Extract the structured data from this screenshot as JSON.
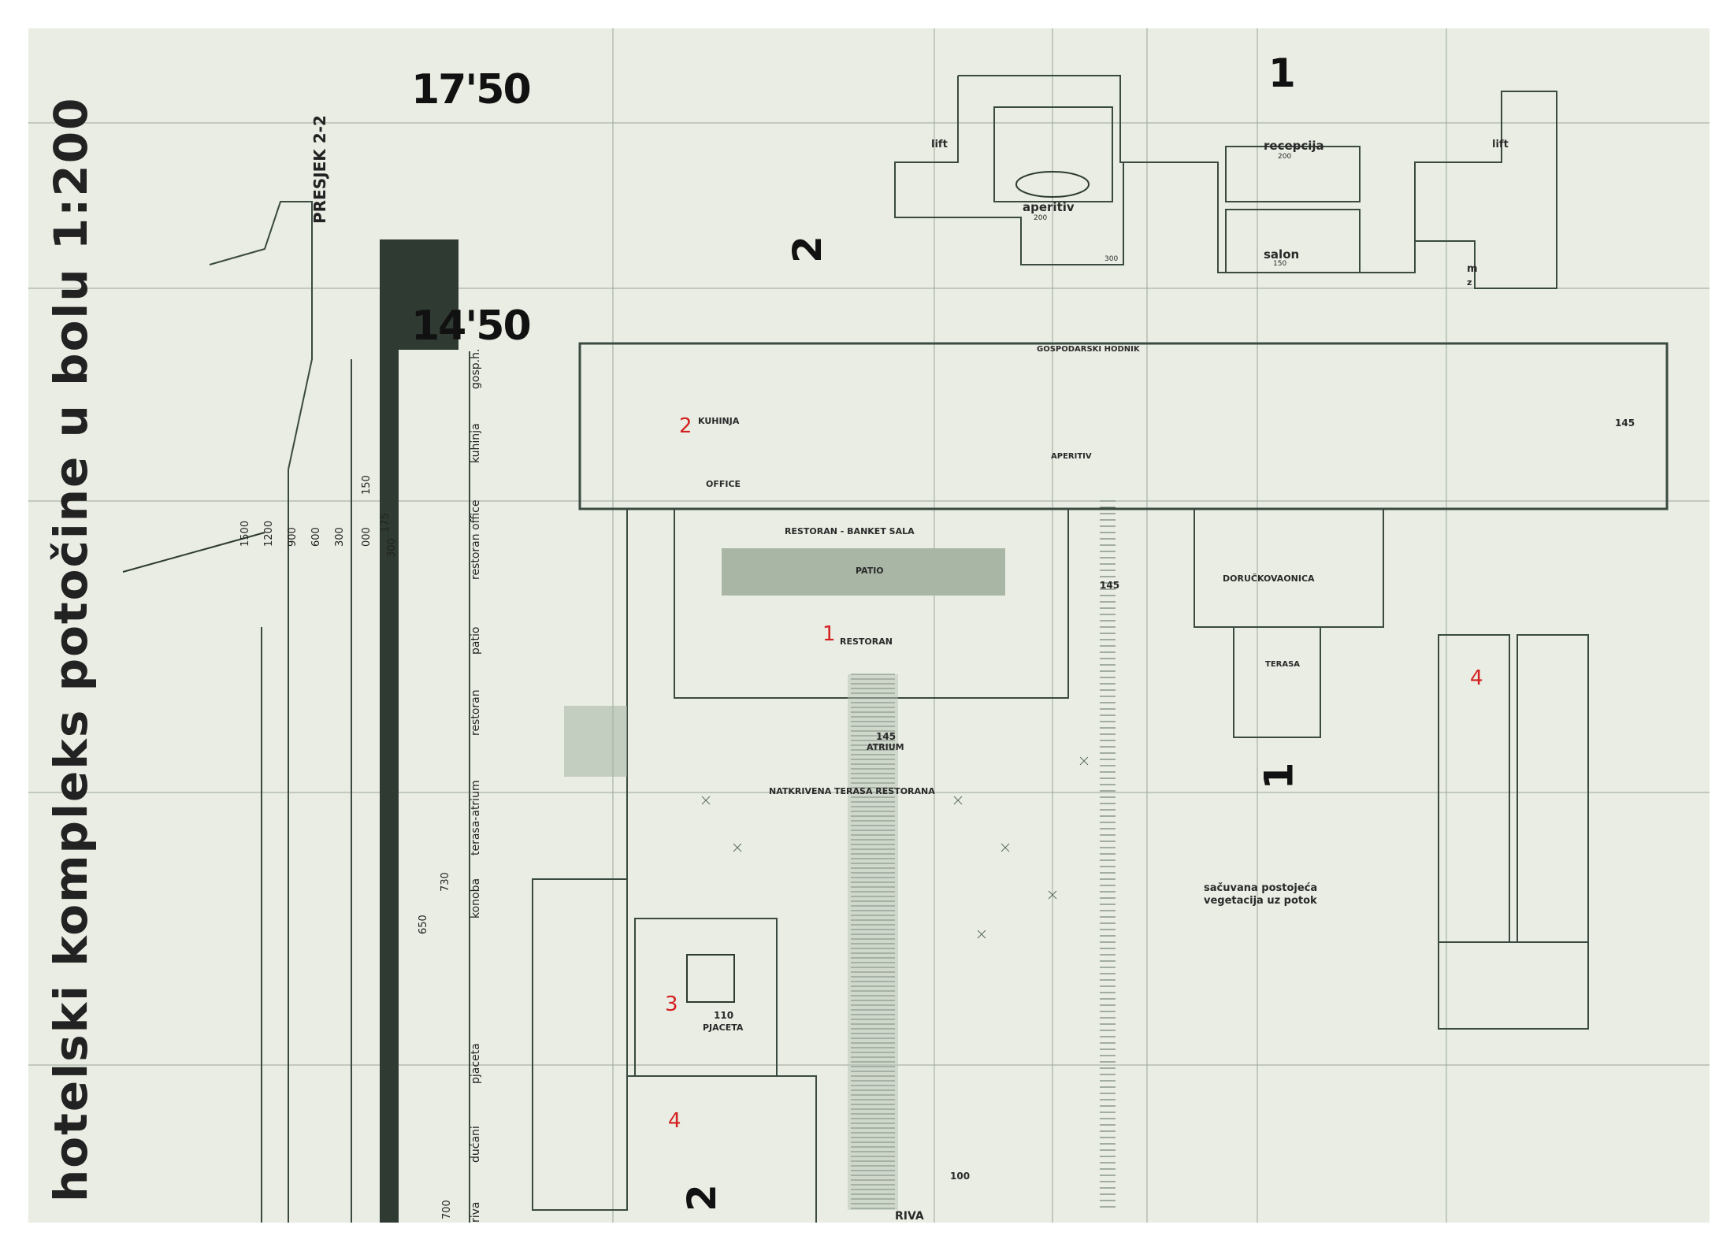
{
  "title": "hotelski kompleks potočine u bolu 1:200",
  "levels": {
    "upper": "17'50",
    "lower": "14'50"
  },
  "section": {
    "label": "PRESJEK 2-2",
    "rows": [
      "gosp.h.",
      "kuhinja",
      "restoran office",
      "patio",
      "restoran",
      "terasa-atrium",
      "konoba",
      "pjaceta",
      "dućani",
      "riva"
    ],
    "heights": [
      "1500",
      "1200",
      "900",
      "600",
      "300",
      "000",
      "150",
      "175",
      "300",
      "730",
      "650",
      "700"
    ]
  },
  "section_markers": {
    "one": "1",
    "two": "2"
  },
  "upper_plan": {
    "lift_left": "lift",
    "lift_right": "lift",
    "reception": "recepcija",
    "reception_level": "200",
    "aperitiv": "aperitiv",
    "aperitiv_level": "200",
    "salon": "salon",
    "salon_level": "150",
    "level_300": "300",
    "mark_m": "m",
    "mark_z": "z"
  },
  "lower_plan": {
    "corridor": "GOSPODARSKI HODNIK",
    "kitchen": "KUHINJA",
    "office": "OFFICE",
    "banquet": "RESTORAN - BANKET SALA",
    "patio": "PATIO",
    "restaurant": "RESTORAN",
    "atrium": "ATRIUM",
    "atrium_level": "145",
    "covered_terrace": "NATKRIVENA TERASA RESTORANA",
    "aperitiv": "APERITIV",
    "breakfast": "DORUČKOVAONICA",
    "terrace": "TERASA",
    "piazza": "PJACETA",
    "piazza_level": "110",
    "riva": "RIVA",
    "riva_level": "100",
    "level_145_a": "145",
    "level_145_b": "145",
    "vegetation": "sačuvana postojeća\nvegetacija uz potok"
  },
  "zone_numbers": [
    "1",
    "2",
    "3",
    "4",
    "4"
  ],
  "colors": {
    "paper": "#e9ede3",
    "ink": "#2c3a30",
    "red": "#d42020",
    "wall": "#2f3a33"
  }
}
